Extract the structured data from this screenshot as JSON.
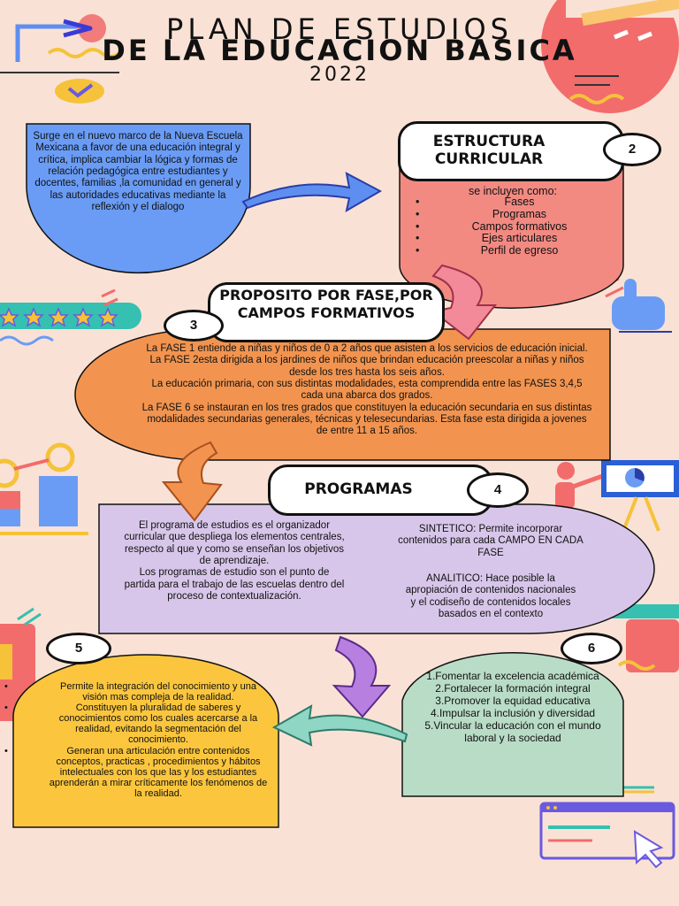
{
  "title": {
    "line1": "PLAN DE ESTUDIOS",
    "line2": "DE LA EDUCACION BASICA",
    "year": "2022"
  },
  "intro": {
    "text": "Surge en el nuevo marco de la Nueva Escuela Mexicana a favor de una educación integral y crítica, implica cambiar la lógica y formas de relación pedagógica entre estudiantes y docentes, familias ,la comunidad en general y las autoridades educativas mediante la reflexión y el dialogo"
  },
  "estructura": {
    "heading": "ESTRUCTURA CURRICULAR",
    "number": "2",
    "intro": "se incluyen como:",
    "items": [
      "Fases",
      "Programas",
      "Campos formativos",
      "Ejes articulares",
      "Perfil de egreso"
    ]
  },
  "proposito": {
    "heading": "PROPOSITO POR FASE,POR CAMPOS FORMATIVOS",
    "number": "3",
    "paragraphs": [
      "La FASE 1 entiende a niñas y niños de 0 a 2 años que asisten a los servicios de educación inicial.",
      "La FASE 2esta dirigida a los jardines de niños que brindan educación preescolar a niñas y niños desde los tres hasta los seis años.",
      "La educación primaria, con sus distintas modalidades, esta comprendida entre las FASES 3,4,5 cada una abarca dos grados.",
      "La FASE 6 se instauran en los tres grados que constituyen la educación secundaria en sus distintas modalidades secundarias generales, técnicas y telesecundarias. Esta fase esta dirigida a jovenes de entre 11 a 15 años."
    ]
  },
  "programas": {
    "heading": "PROGRAMAS",
    "number": "4",
    "left": [
      "El programa de estudios es el organizador curricular que despliega los elementos centrales, respecto al que y como se enseñan los objetivos de aprendizaje.",
      "Los programas de estudio son el punto de partida para el trabajo de las escuelas dentro del proceso de contextualización."
    ],
    "sintetico": "SINTETICO: Permite incorporar contenidos para cada CAMPO EN CADA FASE",
    "analitico": "ANALITICO: Hace posible la apropiación de contenidos nacionales y el codiseño de contenidos locales basados en el contexto"
  },
  "ejes": {
    "number": "5",
    "items": [
      "Permite la integración del conocimiento y una visión mas compleja de la realidad.",
      "Constituyen la pluralidad de saberes y conocimientos como los cuales acercarse a la realidad, evitando la segmentación del conocimiento.",
      "Generan una articulación entre contenidos conceptos, practicas , procedimientos y hábitos intelectuales con los que las y los estudiantes aprenderán a mirar críticamente los fenómenos de la realidad."
    ]
  },
  "perfil": {
    "number": "6",
    "items": [
      "1.Fomentar la excelencia académica",
      "2.Fortalecer la formación integral",
      "3.Promover la equidad educativa",
      "4.Impulsar la inclusión y diversidad",
      "5.Vincular la educación con el mundo laboral y la sociedad"
    ]
  },
  "colors": {
    "background": "#f9e2d5",
    "blue": "#6a9cf5",
    "salmon": "#f28a82",
    "orange": "#f2944f",
    "lavender": "#d8c6ea",
    "yellow": "#fbc63e",
    "mint": "#b9dcc6",
    "teal": "#35c0b1",
    "red": "#f26c6c"
  }
}
